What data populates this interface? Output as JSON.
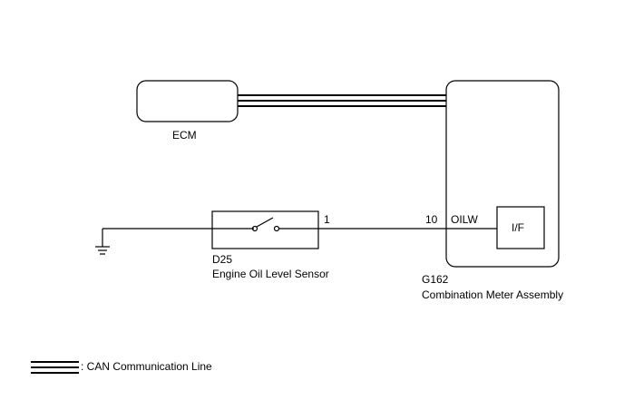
{
  "ecm": {
    "label": "ECM"
  },
  "sensor": {
    "code": "D25",
    "name": "Engine Oil Level Sensor",
    "pin": "1"
  },
  "meter": {
    "code": "G162",
    "name": "Combination Meter Assembly",
    "pin": "10",
    "signal": "OILW",
    "interface": "I/F"
  },
  "legend": {
    "can_line": ": CAN Communication Line"
  }
}
